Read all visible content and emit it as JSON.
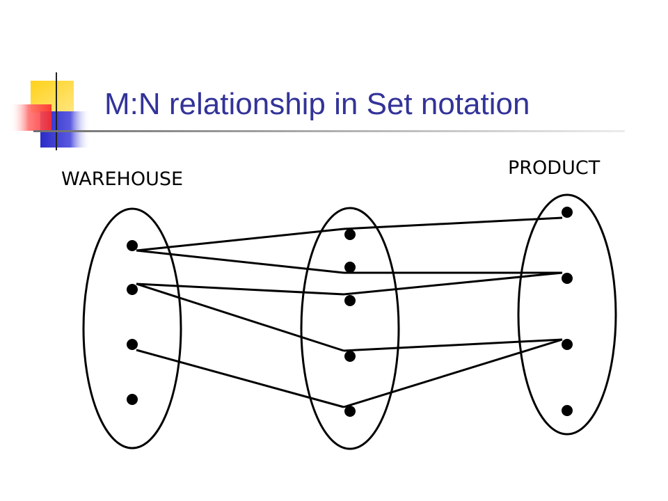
{
  "slide": {
    "title": "M:N relationship in Set notation"
  },
  "diagram": {
    "sets": [
      {
        "id": "warehouse",
        "label": "WAREHOUSE",
        "element_count": 4
      },
      {
        "id": "relationship",
        "label": "",
        "element_count": 5
      },
      {
        "id": "product",
        "label": "PRODUCT",
        "element_count": 4
      }
    ],
    "links": [
      {
        "from": "warehouse.1",
        "to": "relationship.1"
      },
      {
        "from": "warehouse.1",
        "to": "relationship.2"
      },
      {
        "from": "warehouse.2",
        "to": "relationship.3"
      },
      {
        "from": "warehouse.2",
        "to": "relationship.4"
      },
      {
        "from": "warehouse.3",
        "to": "relationship.5"
      },
      {
        "from": "relationship.1",
        "to": "product.1"
      },
      {
        "from": "relationship.2",
        "to": "product.2"
      },
      {
        "from": "relationship.3",
        "to": "product.2"
      },
      {
        "from": "relationship.4",
        "to": "product.3"
      },
      {
        "from": "relationship.5",
        "to": "product.3"
      }
    ],
    "colors": {
      "title": "#333399",
      "ink": "#000000",
      "deco_yellow": "#ffcc00",
      "deco_blue": "#3333cc",
      "deco_red": "#ff3333"
    }
  }
}
